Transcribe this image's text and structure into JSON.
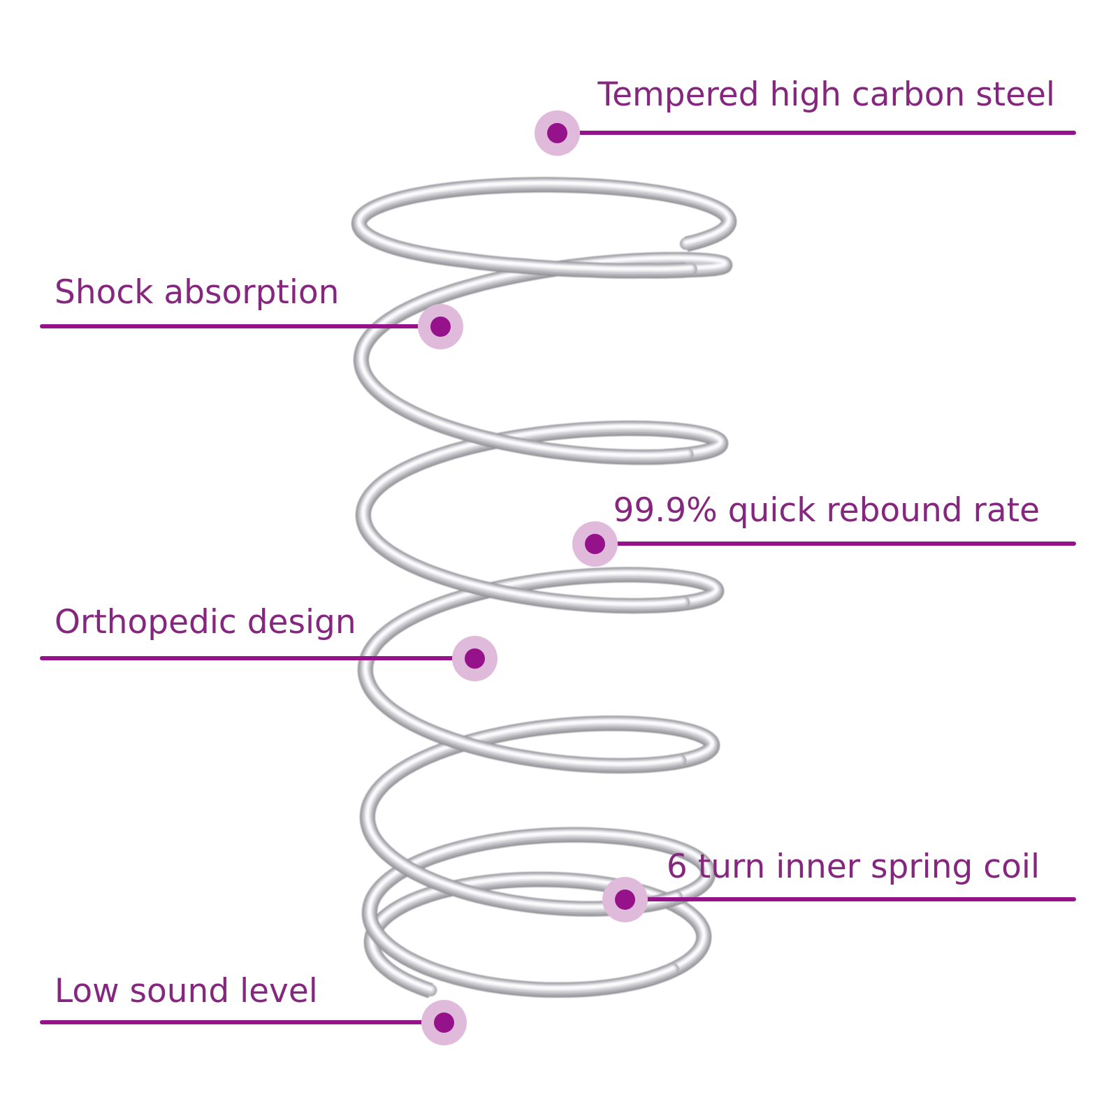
{
  "figure": {
    "subject": "pocket spring coil illustration"
  },
  "callouts": [
    {
      "id": "tempered-steel",
      "text": "Tempered high carbon steel",
      "side": "right"
    },
    {
      "id": "shock-absorption",
      "text": "Shock absorption",
      "side": "left"
    },
    {
      "id": "rebound-rate",
      "text": "99.9% quick rebound rate",
      "side": "right"
    },
    {
      "id": "orthopedic-design",
      "text": "Orthopedic design",
      "side": "left"
    },
    {
      "id": "spring-turns",
      "text": "6 turn inner spring coil",
      "side": "right"
    },
    {
      "id": "low-sound",
      "text": "Low sound level",
      "side": "left"
    }
  ],
  "colors": {
    "accent": "#96128a",
    "halo": "#e0bada",
    "text": "#85267f",
    "spring_edge": "#96969b",
    "spring_mid": "#cbcbd0",
    "spring_core": "#fbfbfd",
    "background": "#ffffff"
  }
}
